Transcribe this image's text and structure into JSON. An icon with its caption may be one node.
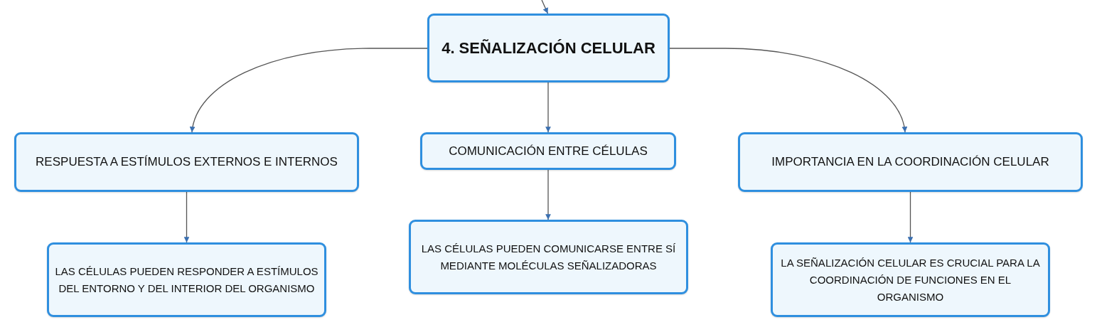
{
  "diagram": {
    "nodes": [
      {
        "text": [
          "4. SEÑALIZACIÓN CELULAR"
        ]
      },
      {
        "text": [
          "RESPUESTA A ESTÍMULOS EXTERNOS E INTERNOS"
        ]
      },
      {
        "text": [
          "COMUNICACIÓN ENTRE CÉLULAS"
        ]
      },
      {
        "text": [
          "IMPORTANCIA EN LA COORDINACIÓN CELULAR"
        ]
      },
      {
        "text": [
          "LAS CÉLULAS PUEDEN RESPONDER A ESTÍMULOS DEL ENTORNO Y DEL INTERIOR DEL ORGANISMO"
        ]
      },
      {
        "text": [
          "LAS CÉLULAS PUEDEN COMUNICARSE ENTRE SÍ MEDIANTE MOLÉCULAS SEÑALIZADORAS"
        ]
      },
      {
        "text": [
          "LA SEÑALIZACIÓN CELULAR ES CRUCIAL PARA LA COORDINACIÓN DE FUNCIONES EN EL ORGANISMO"
        ]
      }
    ],
    "edges": [
      {
        "from": null,
        "to": 0,
        "arrow": "to"
      },
      {
        "from": 0,
        "to": 1,
        "arrow": "to"
      },
      {
        "from": 0,
        "to": 2,
        "arrow": "to"
      },
      {
        "from": 0,
        "to": 3,
        "arrow": "to"
      },
      {
        "from": 1,
        "to": 4,
        "arrow": "to"
      },
      {
        "from": 2,
        "to": 5,
        "arrow": "to"
      },
      {
        "from": 3,
        "to": 6,
        "arrow": "to"
      }
    ]
  }
}
